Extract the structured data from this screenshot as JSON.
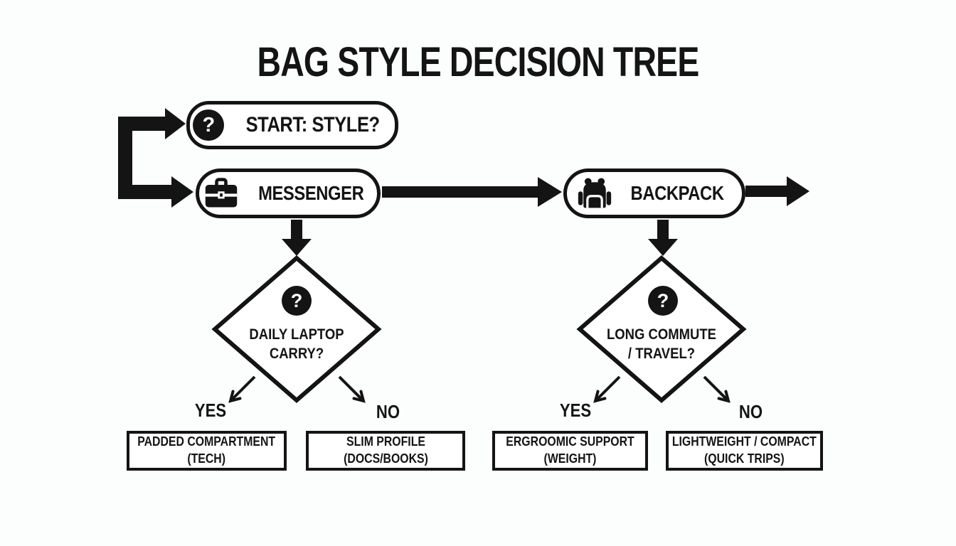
{
  "title": "BAG STYLE DECISION TREE",
  "glyphs": {
    "question": "?"
  },
  "nodes": {
    "start": {
      "label": "START: STYLE?"
    },
    "messenger": {
      "label": "MESSENGER"
    },
    "backpack": {
      "label": "BACKPACK"
    }
  },
  "decisions": {
    "left": {
      "line1": "DAILY LAPTOP",
      "line2": "CARRY?"
    },
    "right": {
      "line1": "LONG COMMUTE",
      "line2": "/ TRAVEL?"
    }
  },
  "branches": {
    "left_yes": "YES",
    "left_no": "NO",
    "right_yes": "YES",
    "right_no": "NO"
  },
  "outcomes": [
    {
      "line1": "PADDED COMPARTMENT",
      "line2": "(TECH)"
    },
    {
      "line1": "SLIM PROFILE",
      "line2": "(DOCS/BOOKS)"
    },
    {
      "line1": "ERGROOMIC SUPPORT",
      "line2": "(WEIGHT)"
    },
    {
      "line1": "LIGHTWEIGHT / COMPACT",
      "line2": "(QUICK TRIPS)"
    }
  ],
  "colors": {
    "ink": "#141414",
    "background": "#fcfdfd",
    "node_fill": "#ffffff"
  }
}
